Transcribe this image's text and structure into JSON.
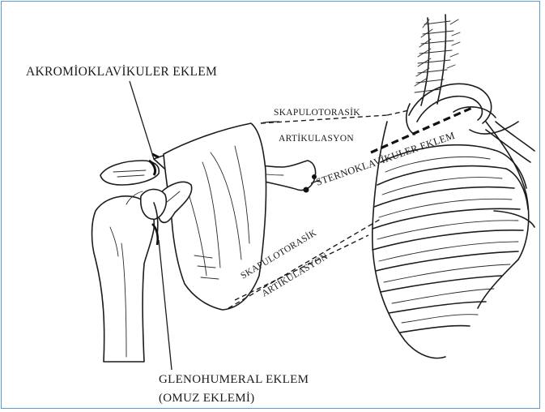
{
  "labels": {
    "acromioclavicular": "AKROMİOKLAVİKULER EKLEM",
    "scapulothoracic_upper_line1": "SKAPULOTORASİK",
    "scapulothoracic_upper_line2": "ARTİKULASYON",
    "sternoclavicular": "STERNOKLAVİKULER EKLEM",
    "scapulothoracic_lower_line1": "SKAPULOTORASİK",
    "scapulothoracic_lower_line2": "ARTİKULASYON",
    "glenohumeral_line1": "GLENOHUMERAL EKLEM",
    "glenohumeral_line2": "(OMUZ EKLEMİ)"
  },
  "colors": {
    "frame_border": "#5b9bd5",
    "ink": "#1c1c1c",
    "background": "#ffffff"
  }
}
